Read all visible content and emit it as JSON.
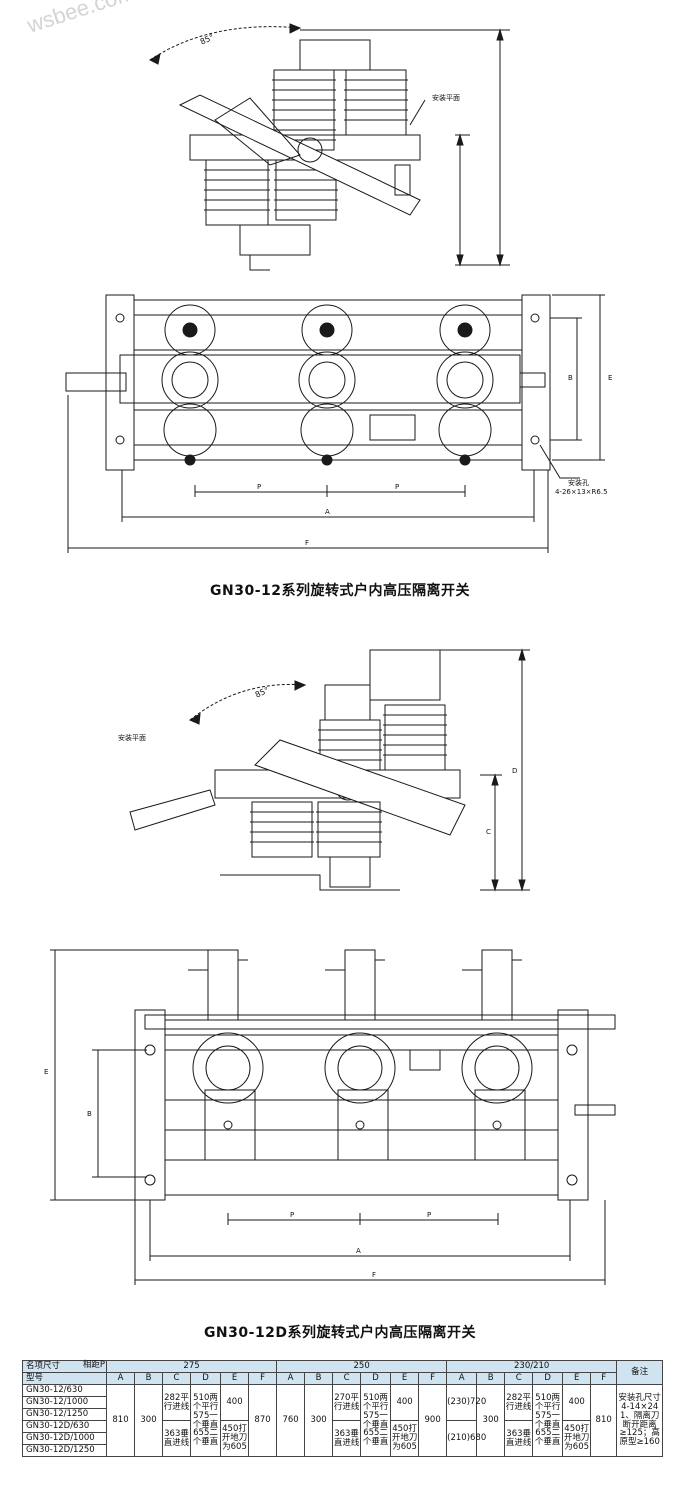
{
  "watermark": "wsbee.com",
  "figure1": {
    "angle_label": "85°",
    "mount_plane_label": "安装平面",
    "dim_labels": {
      "B": "B",
      "E": "E",
      "P1": "P",
      "P2": "P",
      "A": "A",
      "F": "F"
    },
    "mount_hole_label": "安装孔",
    "mount_hole_spec": "4-26×13×R6.5"
  },
  "caption1": "GN30-12系列旋转式户内高压隔离开关",
  "figure2": {
    "angle_label": "85°",
    "mount_plane_label": "安装平面",
    "dim_labels": {
      "C": "C",
      "D": "D",
      "E": "E",
      "B": "B",
      "P1": "P",
      "P2": "P",
      "A": "A",
      "F": "F"
    }
  },
  "caption2": "GN30-12D系列旋转式户内高压隔离开关",
  "table": {
    "corner_top": "名项尺寸",
    "corner_right": "相距P",
    "corner_bottom": "型号",
    "remarks_header": "备注",
    "groups": [
      {
        "p": "275",
        "cols": [
          "A",
          "B",
          "C",
          "D",
          "E",
          "F"
        ]
      },
      {
        "p": "250",
        "cols": [
          "A",
          "B",
          "C",
          "D",
          "E",
          "F"
        ]
      },
      {
        "p": "230/210",
        "cols": [
          "A",
          "B",
          "C",
          "D",
          "E",
          "F"
        ]
      }
    ],
    "models": [
      "GN30-12/630",
      "GN30-12/1000",
      "GN30-12/1250",
      "GN30-12D/630",
      "GN30-12D/1000",
      "GN30-12D/1250"
    ],
    "g1": {
      "A": "810",
      "B": "300",
      "C_top": "282平行进线",
      "C_bot": "363垂直进线",
      "D": "510两个平行575一个垂直655二个垂直",
      "E_top": "400",
      "E_bot": "450打开地刀为605",
      "F": "870"
    },
    "g2": {
      "A": "760",
      "B": "300",
      "C_top": "270平行进线",
      "C_bot": "363垂直进线",
      "D": "510两个平行575一个垂直655二个垂直",
      "E_top": "400",
      "E_bot": "450打开地刀为605",
      "F": "900"
    },
    "g3": {
      "A_top": "(230)720",
      "A_bot": "(210)680",
      "B": "300",
      "C_top": "282平行进线",
      "C_bot": "363垂直进线",
      "D": "510两个平行575一个垂直655二个垂直",
      "E_top": "400",
      "E_bot": "450打开地刀为605",
      "F": "810"
    },
    "remarks": "安装孔尺寸4-14×24 1、隔离刀断开距离≥125；高原型≥160"
  },
  "colors": {
    "line": "#1a1a1a",
    "header_bg": "#cfe3f1"
  }
}
